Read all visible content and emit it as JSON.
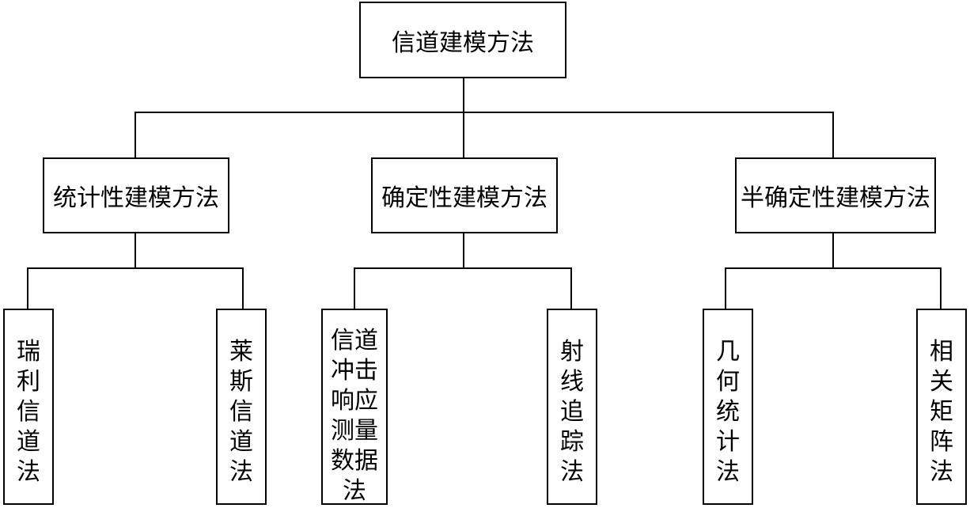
{
  "root": {
    "label": "信道建模方法"
  },
  "categories": [
    {
      "label": "统计性建模方法",
      "children": [
        "瑞利信道法",
        "莱斯信道法"
      ]
    },
    {
      "label": "确定性建模方法",
      "children": [
        "信道冲击响应测量数据法",
        "射线追踪法"
      ]
    },
    {
      "label": "半确定性建模方法",
      "children": [
        "几何统计法",
        "相关矩阵法"
      ]
    }
  ]
}
